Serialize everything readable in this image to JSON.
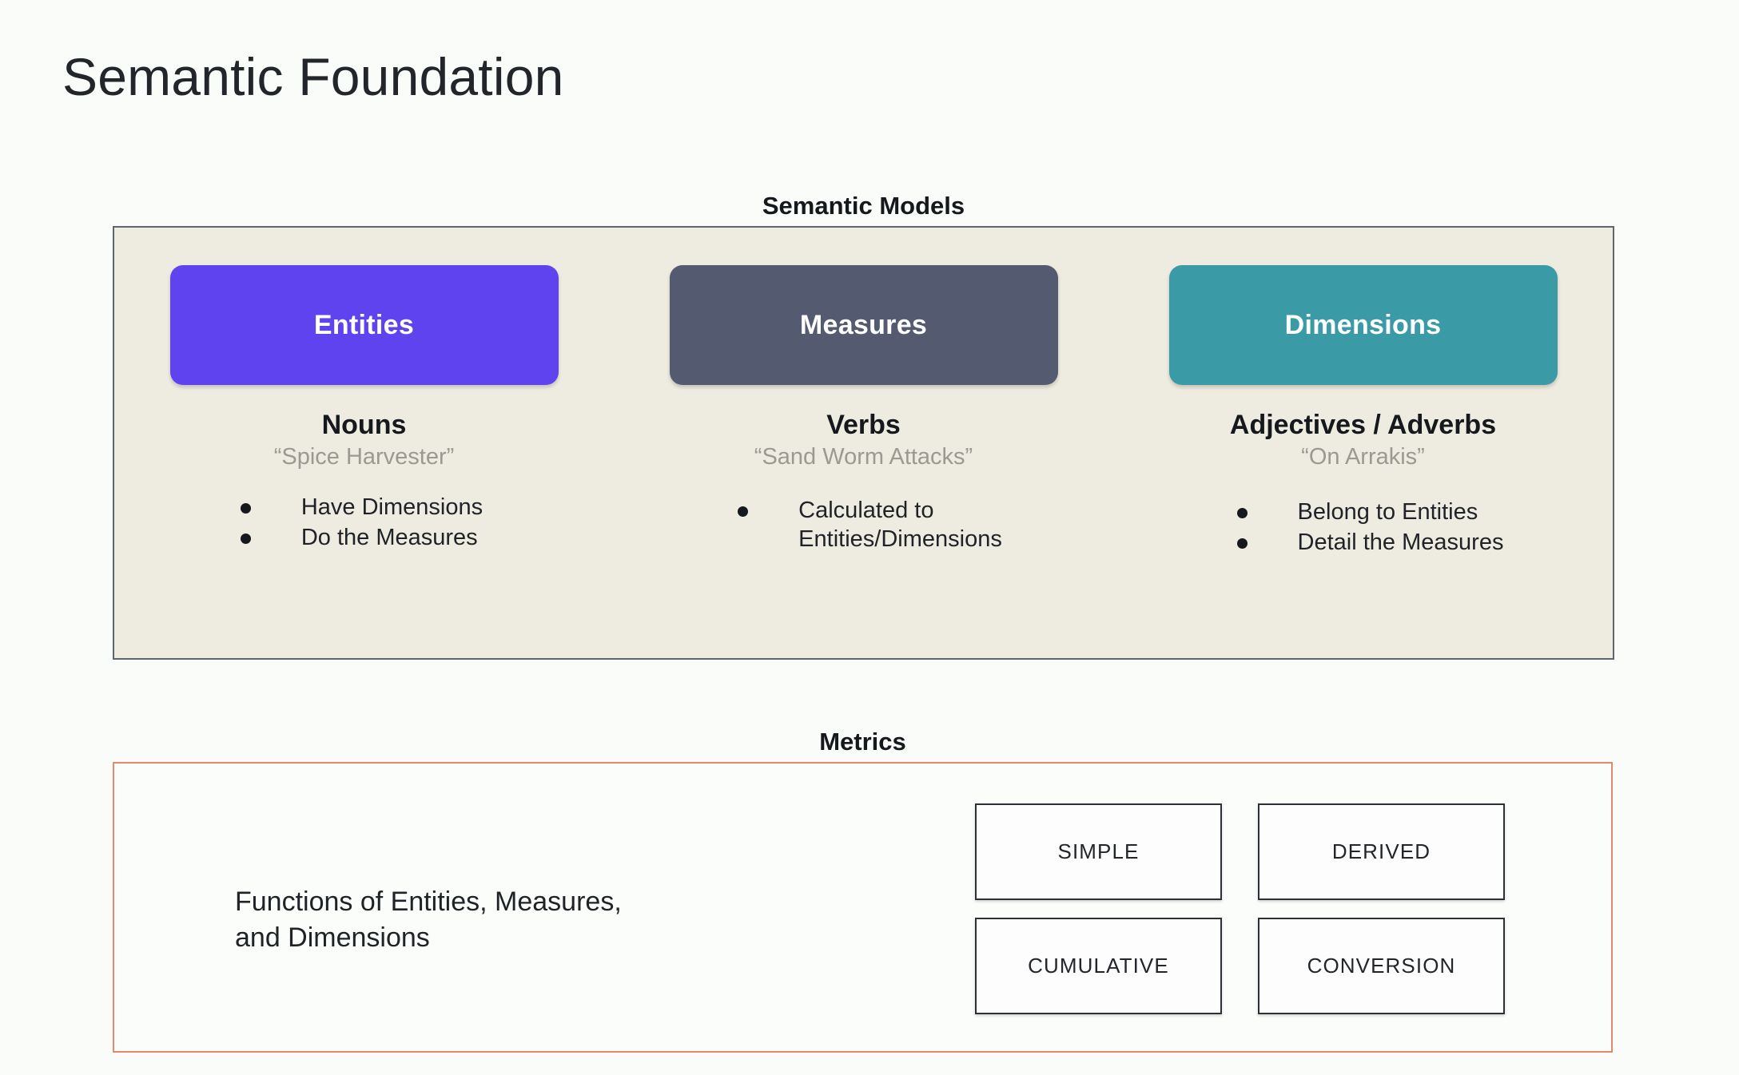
{
  "page": {
    "title": "Semantic Foundation",
    "background_color": "#fafcfa"
  },
  "semantic_models": {
    "heading": "Semantic Models",
    "panel_background": "#eeece1",
    "panel_border_color": "#5c6672",
    "columns": [
      {
        "chip_label": "Entities",
        "chip_color": "#5e43ef",
        "part_of_speech": "Nouns",
        "example": "“Spice Harvester”",
        "bullets": [
          "Have Dimensions",
          "Do the Measures"
        ]
      },
      {
        "chip_label": "Measures",
        "chip_color": "#545b70",
        "part_of_speech": "Verbs",
        "example": "“Sand Worm Attacks”",
        "bullets": [
          "Calculated to\nEntities/Dimensions"
        ]
      },
      {
        "chip_label": "Dimensions",
        "chip_color": "#3a9aa5",
        "part_of_speech": "Adjectives / Adverbs",
        "example": "“On Arrakis”",
        "bullets": [
          "Belong to Entities",
          "Detail the Measures"
        ]
      }
    ]
  },
  "metrics": {
    "heading": "Metrics",
    "panel_border_color": "#e08970",
    "description": "Functions of Entities, Measures,\nand Dimensions",
    "types": [
      "SIMPLE",
      "DERIVED",
      "CUMULATIVE",
      "CONVERSION"
    ]
  }
}
